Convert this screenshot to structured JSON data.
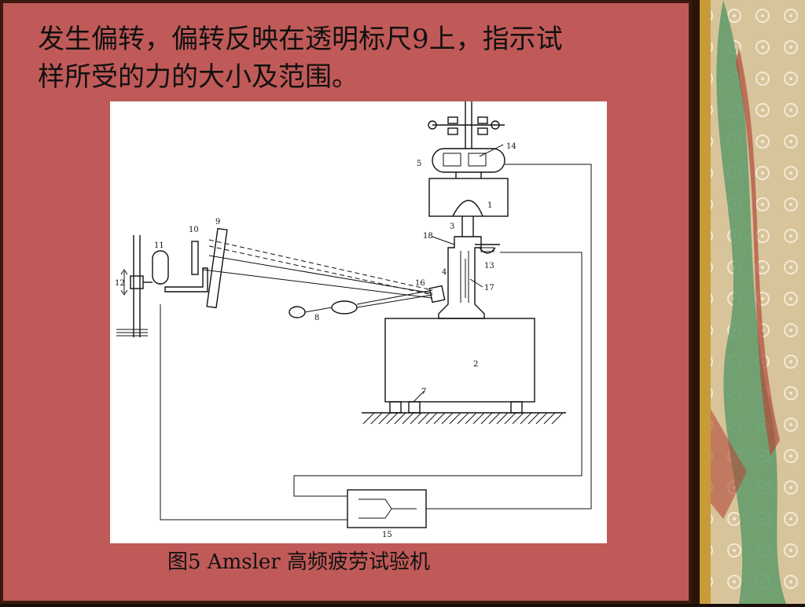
{
  "slide": {
    "text_line1": "发生偏转，偏转反映在透明标尺9上，指示试",
    "text_line2": "样所受的力的大小及范围。",
    "caption": "图5  Amsler 高频疲劳试验机"
  },
  "diagram": {
    "labels": {
      "l1": "1",
      "l2": "2",
      "l3": "3",
      "l4": "4",
      "l5": "5",
      "l7": "7",
      "l8": "8",
      "l9": "9",
      "l10": "10",
      "l11": "11",
      "l12": "12",
      "l13": "13",
      "l14": "14",
      "l15": "15",
      "l16": "16",
      "l17": "17",
      "l18": "18"
    }
  },
  "colors": {
    "slide_bg": "#c05a58",
    "frame_dark": "#1a0e08",
    "figure_bg": "#ffffff",
    "deco_beige": "#d8c49a",
    "deco_gold": "#c89a3a",
    "deco_green": "#5f9a6a",
    "deco_red": "#b24a3a"
  }
}
